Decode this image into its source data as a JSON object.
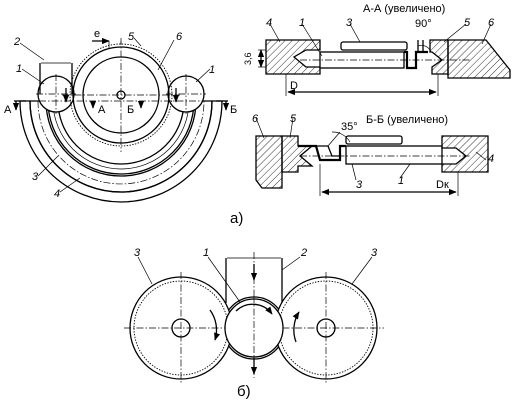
{
  "captions": {
    "a": "а)",
    "b": "б)"
  },
  "section_titles": {
    "aa": "А-А (увеличено)",
    "bb": "Б-Б (увеличено)"
  },
  "angles": {
    "aa": "90°",
    "bb": "35°"
  },
  "dimensions": {
    "e": "е",
    "h": "3,6",
    "D": "D",
    "Dk": "Dк"
  },
  "section_marks": {
    "A": "А",
    "B": "Б"
  },
  "part_numbers": {
    "one": "1",
    "two": "2",
    "three": "3",
    "four": "4",
    "five": "5",
    "six": "6"
  }
}
